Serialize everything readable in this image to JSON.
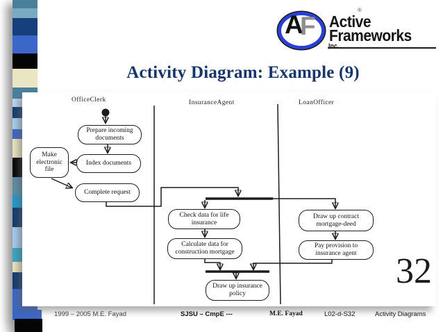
{
  "slide": {
    "title": "Activity Diagram: Example (9)",
    "title_color": "#17356b",
    "page_number": "32"
  },
  "logo": {
    "monogram_a": "A",
    "monogram_f": "F",
    "name_line1": "Active",
    "name_line2": "Frameworks",
    "inc": "Inc.",
    "reg_mark": "®",
    "ring_color": "#2a3fd4"
  },
  "diagram": {
    "lanes": [
      {
        "label": "OfficeClerk"
      },
      {
        "label": "InsuranceAgent"
      },
      {
        "label": "LoanOfficer"
      }
    ],
    "nodes": {
      "prepare": "Prepare incoming documents",
      "index": "Index documents",
      "make": "Make electronic file",
      "complete": "Complete request",
      "check": "Check data for life insurance",
      "calculate": "Calculate data for construction mortgage",
      "draw_contract": "Draw up contract mortgage-deed",
      "pay_provision": "Pay provision to insurance agent",
      "draw_policy": "Draw up insurance policy"
    }
  },
  "footer": {
    "copyright": "1999 – 2005 M.E. Fayad",
    "course": "SJSU – CmpE ---",
    "author": "M.E. Fayad",
    "slide_code": "L02-d-S32",
    "topic": "Activity Diagrams"
  }
}
